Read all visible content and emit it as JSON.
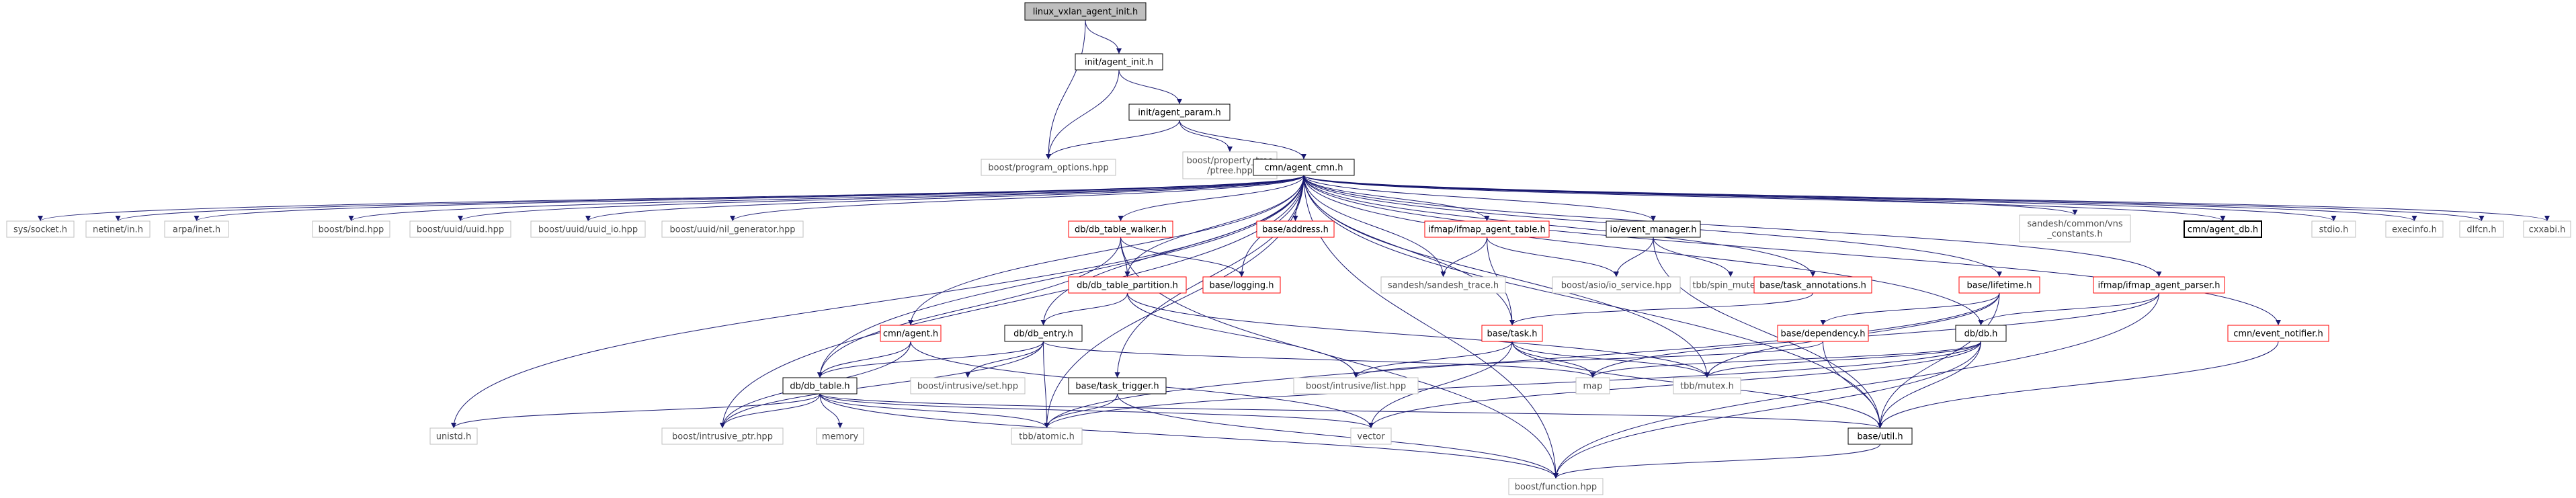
{
  "diagram": {
    "nodes": [
      {
        "id": "root",
        "label": "linux_vxlan_agent_init.h",
        "style": "root"
      },
      {
        "id": "init_agent_init",
        "label": "init/agent_init.h",
        "style": "black"
      },
      {
        "id": "init_agent_param",
        "label": "init/agent_param.h",
        "style": "black"
      },
      {
        "id": "prog_opts",
        "label": "boost/program_options.hpp",
        "style": "gray"
      },
      {
        "id": "prop_tree",
        "label": "boost/property_tree\n/ptree.hpp",
        "style": "gray"
      },
      {
        "id": "cmn_agent_cmn",
        "label": "cmn/agent_cmn.h",
        "style": "black"
      },
      {
        "id": "sys_socket",
        "label": "sys/socket.h",
        "style": "gray"
      },
      {
        "id": "netinet_in",
        "label": "netinet/in.h",
        "style": "gray"
      },
      {
        "id": "arpa_inet",
        "label": "arpa/inet.h",
        "style": "gray"
      },
      {
        "id": "boost_bind",
        "label": "boost/bind.hpp",
        "style": "gray"
      },
      {
        "id": "boost_uuid",
        "label": "boost/uuid/uuid.hpp",
        "style": "gray"
      },
      {
        "id": "boost_uuid_io",
        "label": "boost/uuid/uuid_io.hpp",
        "style": "gray"
      },
      {
        "id": "boost_nil_gen",
        "label": "boost/uuid/nil_generator.hpp",
        "style": "gray"
      },
      {
        "id": "db_table_walker",
        "label": "db/db_table_walker.h",
        "style": "red"
      },
      {
        "id": "base_address",
        "label": "base/address.h",
        "style": "red"
      },
      {
        "id": "ifmap_agent_table",
        "label": "ifmap/ifmap_agent_table.h",
        "style": "red"
      },
      {
        "id": "io_event_manager",
        "label": "io/event_manager.h",
        "style": "black"
      },
      {
        "id": "sandesh_vns",
        "label": "sandesh/common/vns\n_constants.h",
        "style": "gray"
      },
      {
        "id": "cmn_agent_db",
        "label": "cmn/agent_db.h",
        "style": "black_bold"
      },
      {
        "id": "stdio",
        "label": "stdio.h",
        "style": "gray"
      },
      {
        "id": "execinfo",
        "label": "execinfo.h",
        "style": "gray"
      },
      {
        "id": "dlfcn",
        "label": "dlfcn.h",
        "style": "gray"
      },
      {
        "id": "cxxabi",
        "label": "cxxabi.h",
        "style": "gray"
      },
      {
        "id": "sandesh_trace",
        "label": "sandesh/sandesh_trace.h",
        "style": "gray"
      },
      {
        "id": "boost_asio",
        "label": "boost/asio/io_service.hpp",
        "style": "gray"
      },
      {
        "id": "tbb_spin",
        "label": "tbb/spin_mutex.h",
        "style": "gray"
      },
      {
        "id": "db_table_partition",
        "label": "db/db_table_partition.h",
        "style": "red"
      },
      {
        "id": "base_logging",
        "label": "base/logging.h",
        "style": "red"
      },
      {
        "id": "base_task_annotations",
        "label": "base/task_annotations.h",
        "style": "red"
      },
      {
        "id": "base_lifetime",
        "label": "base/lifetime.h",
        "style": "red"
      },
      {
        "id": "ifmap_agent_parser",
        "label": "ifmap/ifmap_agent_parser.h",
        "style": "red"
      },
      {
        "id": "cmn_agent",
        "label": "cmn/agent.h",
        "style": "red"
      },
      {
        "id": "db_db_entry",
        "label": "db/db_entry.h",
        "style": "black"
      },
      {
        "id": "base_task",
        "label": "base/task.h",
        "style": "red"
      },
      {
        "id": "base_dependency",
        "label": "base/dependency.h",
        "style": "red"
      },
      {
        "id": "db_db",
        "label": "db/db.h",
        "style": "black"
      },
      {
        "id": "cmn_event_notifier",
        "label": "cmn/event_notifier.h",
        "style": "red"
      },
      {
        "id": "db_db_table",
        "label": "db/db_table.h",
        "style": "black"
      },
      {
        "id": "boost_intr_set",
        "label": "boost/intrusive/set.hpp",
        "style": "gray"
      },
      {
        "id": "base_task_trigger",
        "label": "base/task_trigger.h",
        "style": "black"
      },
      {
        "id": "boost_intr_list",
        "label": "boost/intrusive/list.hpp",
        "style": "gray"
      },
      {
        "id": "map",
        "label": "map",
        "style": "gray"
      },
      {
        "id": "tbb_mutex",
        "label": "tbb/mutex.h",
        "style": "gray"
      },
      {
        "id": "unistd",
        "label": "unistd.h",
        "style": "gray"
      },
      {
        "id": "boost_intr_ptr",
        "label": "boost/intrusive_ptr.hpp",
        "style": "gray"
      },
      {
        "id": "memory",
        "label": "memory",
        "style": "gray"
      },
      {
        "id": "tbb_atomic",
        "label": "tbb/atomic.h",
        "style": "gray"
      },
      {
        "id": "vector",
        "label": "vector",
        "style": "gray"
      },
      {
        "id": "base_util",
        "label": "base/util.h",
        "style": "black"
      },
      {
        "id": "boost_function",
        "label": "boost/function.hpp",
        "style": "gray"
      }
    ],
    "edges": [
      [
        "root",
        "init_agent_init"
      ],
      [
        "root",
        "prog_opts"
      ],
      [
        "init_agent_init",
        "init_agent_param"
      ],
      [
        "init_agent_init",
        "prog_opts"
      ],
      [
        "init_agent_param",
        "prog_opts"
      ],
      [
        "init_agent_param",
        "prop_tree"
      ],
      [
        "init_agent_param",
        "cmn_agent_cmn"
      ],
      [
        "cmn_agent_cmn",
        "sys_socket"
      ],
      [
        "cmn_agent_cmn",
        "netinet_in"
      ],
      [
        "cmn_agent_cmn",
        "arpa_inet"
      ],
      [
        "cmn_agent_cmn",
        "boost_bind"
      ],
      [
        "cmn_agent_cmn",
        "boost_uuid"
      ],
      [
        "cmn_agent_cmn",
        "boost_uuid_io"
      ],
      [
        "cmn_agent_cmn",
        "boost_nil_gen"
      ],
      [
        "cmn_agent_cmn",
        "db_table_walker"
      ],
      [
        "cmn_agent_cmn",
        "base_address"
      ],
      [
        "cmn_agent_cmn",
        "ifmap_agent_table"
      ],
      [
        "cmn_agent_cmn",
        "io_event_manager"
      ],
      [
        "cmn_agent_cmn",
        "sandesh_vns"
      ],
      [
        "cmn_agent_cmn",
        "cmn_agent_db"
      ],
      [
        "cmn_agent_cmn",
        "stdio"
      ],
      [
        "cmn_agent_cmn",
        "execinfo"
      ],
      [
        "cmn_agent_cmn",
        "dlfcn"
      ],
      [
        "cmn_agent_cmn",
        "cxxabi"
      ],
      [
        "cmn_agent_cmn",
        "sandesh_trace"
      ],
      [
        "cmn_agent_cmn",
        "db_table_partition"
      ],
      [
        "cmn_agent_cmn",
        "base_logging"
      ],
      [
        "cmn_agent_cmn",
        "base_task_annotations"
      ],
      [
        "cmn_agent_cmn",
        "base_lifetime"
      ],
      [
        "cmn_agent_cmn",
        "ifmap_agent_parser"
      ],
      [
        "cmn_agent_cmn",
        "cmn_agent"
      ],
      [
        "cmn_agent_cmn",
        "db_db_entry"
      ],
      [
        "cmn_agent_cmn",
        "base_task"
      ],
      [
        "cmn_agent_cmn",
        "db_db"
      ],
      [
        "cmn_agent_cmn",
        "cmn_event_notifier"
      ],
      [
        "cmn_agent_cmn",
        "db_db_table"
      ],
      [
        "cmn_agent_cmn",
        "base_task_trigger"
      ],
      [
        "cmn_agent_cmn",
        "tbb_mutex"
      ],
      [
        "cmn_agent_cmn",
        "unistd"
      ],
      [
        "cmn_agent_cmn",
        "boost_intr_ptr"
      ],
      [
        "cmn_agent_cmn",
        "tbb_atomic"
      ],
      [
        "cmn_agent_cmn",
        "base_util"
      ],
      [
        "cmn_agent_cmn",
        "boost_function"
      ],
      [
        "db_table_walker",
        "db_table_partition"
      ],
      [
        "db_table_walker",
        "base_logging"
      ],
      [
        "db_table_walker",
        "db_db_table"
      ],
      [
        "db_table_walker",
        "boost_function"
      ],
      [
        "ifmap_agent_table",
        "sandesh_trace"
      ],
      [
        "ifmap_agent_table",
        "boost_asio"
      ],
      [
        "ifmap_agent_table",
        "base_task"
      ],
      [
        "io_event_manager",
        "boost_asio"
      ],
      [
        "io_event_manager",
        "tbb_spin"
      ],
      [
        "io_event_manager",
        "base_util"
      ],
      [
        "db_table_partition",
        "db_db_entry"
      ],
      [
        "db_table_partition",
        "boost_intr_list"
      ],
      [
        "db_table_partition",
        "tbb_mutex"
      ],
      [
        "base_task_annotations",
        "base_task"
      ],
      [
        "base_lifetime",
        "base_dependency"
      ],
      [
        "base_lifetime",
        "tbb_mutex"
      ],
      [
        "base_lifetime",
        "tbb_atomic"
      ],
      [
        "base_lifetime",
        "base_util"
      ],
      [
        "ifmap_agent_parser",
        "db_db"
      ],
      [
        "ifmap_agent_parser",
        "map"
      ],
      [
        "ifmap_agent_parser",
        "boost_function"
      ],
      [
        "cmn_agent",
        "db_db_table"
      ],
      [
        "cmn_agent",
        "boost_intr_ptr"
      ],
      [
        "cmn_agent",
        "vector"
      ],
      [
        "db_db_entry",
        "db_db_table"
      ],
      [
        "db_db_entry",
        "boost_intr_set"
      ],
      [
        "db_db_entry",
        "boost_intr_ptr"
      ],
      [
        "db_db_entry",
        "tbb_atomic"
      ],
      [
        "db_db_entry",
        "map"
      ],
      [
        "base_task",
        "boost_intr_list"
      ],
      [
        "base_task",
        "map"
      ],
      [
        "base_task",
        "tbb_mutex"
      ],
      [
        "base_task",
        "vector"
      ],
      [
        "base_task",
        "base_util"
      ],
      [
        "base_dependency",
        "boost_intr_list"
      ],
      [
        "base_dependency",
        "base_util"
      ],
      [
        "db_db",
        "map"
      ],
      [
        "db_db",
        "tbb_mutex"
      ],
      [
        "db_db",
        "vector"
      ],
      [
        "db_db",
        "tbb_atomic"
      ],
      [
        "db_db",
        "base_util"
      ],
      [
        "db_db",
        "boost_function"
      ],
      [
        "cmn_event_notifier",
        "base_util"
      ],
      [
        "db_db_table",
        "unistd"
      ],
      [
        "db_db_table",
        "boost_intr_ptr"
      ],
      [
        "db_db_table",
        "memory"
      ],
      [
        "db_db_table",
        "tbb_atomic"
      ],
      [
        "db_db_table",
        "vector"
      ],
      [
        "db_db_table",
        "base_util"
      ],
      [
        "db_db_table",
        "boost_function"
      ],
      [
        "base_task_trigger",
        "tbb_atomic"
      ],
      [
        "base_task_trigger",
        "boost_function"
      ],
      [
        "base_util",
        "boost_function"
      ]
    ]
  }
}
